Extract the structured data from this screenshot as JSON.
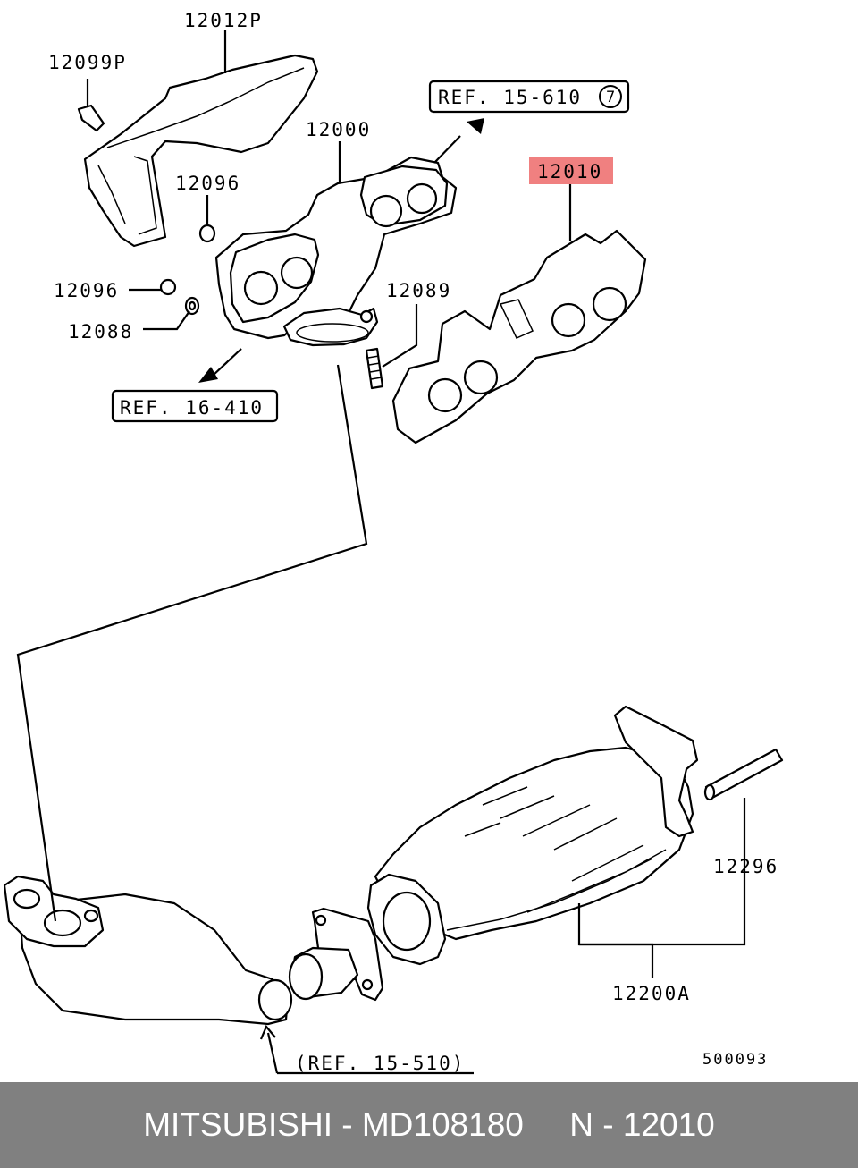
{
  "labels": {
    "p12012P": "12012P",
    "p12099P": "12099P",
    "p12000": "12000",
    "p12096_a": "12096",
    "p12096_b": "12096",
    "p12088": "12088",
    "p12089": "12089",
    "p12010": "12010",
    "p12296": "12296",
    "p12200A": "12200A",
    "diagram_code": "500093"
  },
  "refs": {
    "ref_15_610": "REF. 15-610",
    "ref_15_610_circle": "7",
    "ref_16_410": "REF. 16-410",
    "ref_15_510": "(REF. 15-510)"
  },
  "highlight_color": "#f08080",
  "footer": {
    "text": "MITSUBISHI - MD108180     N - 12010"
  }
}
